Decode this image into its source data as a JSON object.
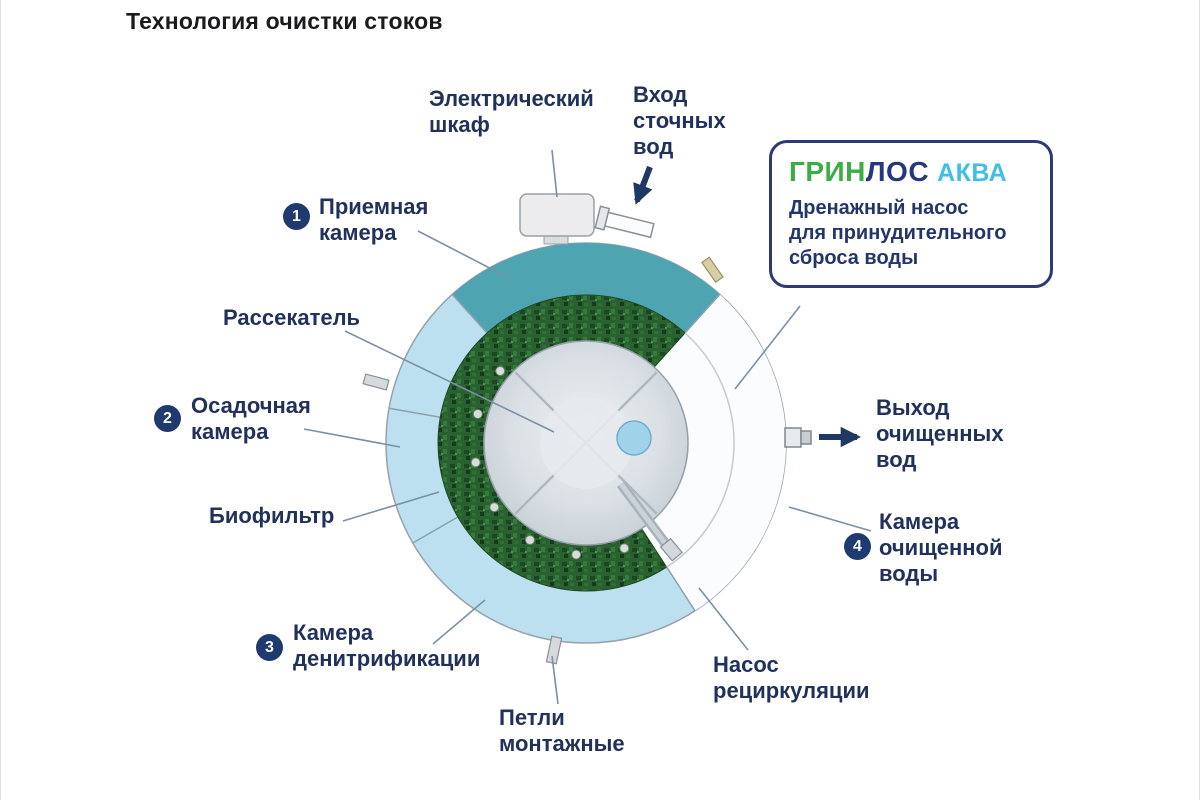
{
  "page": {
    "title": "Технология очистки стоков"
  },
  "brand": {
    "name_green": "ГРИН",
    "name_navy": "ЛОС",
    "name_aqua": "АКВА",
    "description": "Дренажный насос\nдля принудительного\nсброса воды"
  },
  "steps": [
    {
      "num": "1",
      "label": "Приемная\nкамера"
    },
    {
      "num": "2",
      "label": "Осадочная\nкамера"
    },
    {
      "num": "3",
      "label": "Камера\nденитрификации"
    },
    {
      "num": "4",
      "label": "Камера\nочищенной\nводы"
    }
  ],
  "labels": {
    "electrical_cabinet": "Электрический\nшкаф",
    "inlet": "Вход\nсточных\nвод",
    "diffuser": "Рассекатель",
    "biofilter": "Биофильтр",
    "mounting_loops": "Петли\nмонтажные",
    "recirculation_pump": "Насос\nрециркуляции",
    "outlet": "Выход\nочищенных\nвод"
  },
  "colors": {
    "label_text": "#21315b",
    "step_badge": "#1f3a6e",
    "teal_segment": "#4fa4b2",
    "light_blue_segment": "#bce0f0",
    "biofilter_green": "#2a6130",
    "inner_sphere": "#d9dfe4",
    "brand_green": "#3aae44",
    "brand_navy": "#27377d",
    "brand_aqua": "#3fbfe8",
    "arrow": "#1f3864",
    "callout_line": "#7b90a6"
  }
}
